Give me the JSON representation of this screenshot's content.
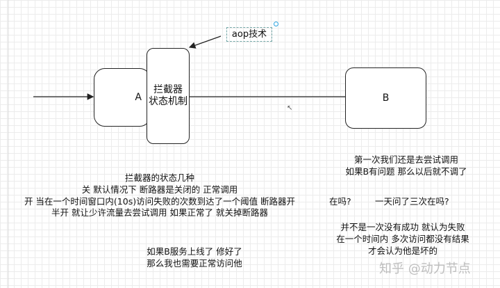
{
  "diagram": {
    "node_a": "A",
    "interceptor": [
      "拦截器",
      "状态机制"
    ],
    "node_b": "B",
    "aop_label": "aop技术"
  },
  "notes": {
    "states": [
      "拦截器的状态几种",
      "关 默认情况下 断路器是关闭的 正常调用",
      "开 当在一个时间窗口内(10s)访问失败的次数到达了一个阈值 断路器开",
      "半开 就让少许流量去尝试调用 如果正常了 就关掉断路器"
    ],
    "recovery": [
      "如果B服务上线了 修好了",
      "那么我也需要正常访问他"
    ],
    "first_try": [
      "第一次我们还是去尝试调用",
      "如果B有问题 那么以后就不调了"
    ],
    "ask1": "在吗?",
    "ask2": "一天问了三次在吗?",
    "failure": [
      "并不是一次没有成功 就认为失败",
      "在一个时间内 多次访问都没有结果",
      "才会认为他是坏的"
    ]
  },
  "watermark": "知乎 @动力节点"
}
